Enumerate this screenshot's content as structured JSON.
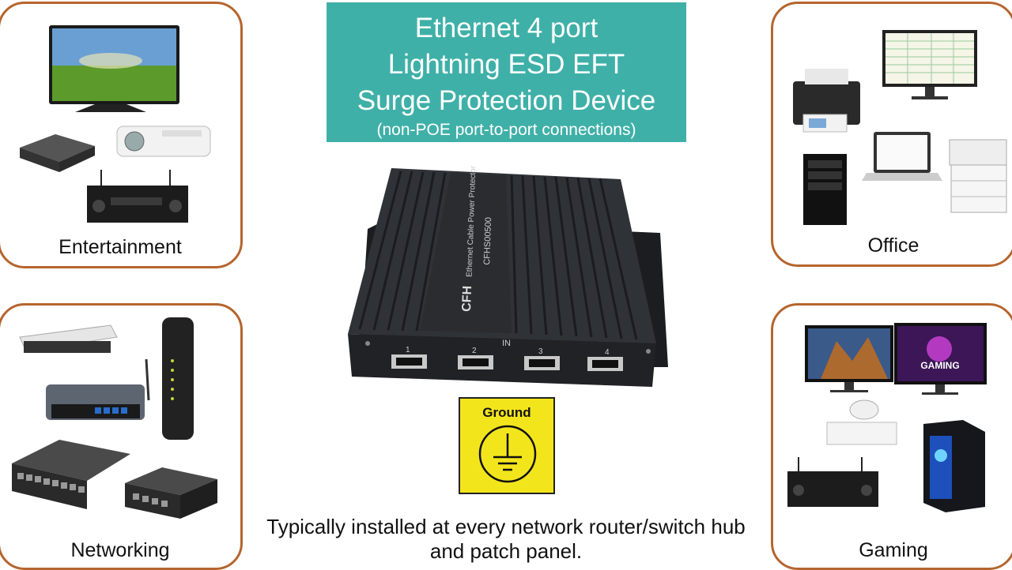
{
  "title": {
    "line1": "Ethernet 4 port",
    "line2": "Lightning ESD EFT",
    "line3": "Surge Protection Device",
    "subtitle": "(non-POE port-to-port connections)"
  },
  "panels": {
    "entertainment": "Entertainment",
    "office": "Office",
    "networking": "Networking",
    "gaming": "Gaming"
  },
  "device": {
    "brand": "CFH",
    "model": "CFHS00500",
    "name": "Ethernet Cable Power Protector",
    "port_section": "IN",
    "ports": [
      "1",
      "2",
      "3",
      "4"
    ]
  },
  "ground_sign": {
    "label": "Ground"
  },
  "caption": {
    "line1": "Typically installed at every network router/switch hub",
    "line2": "and patch panel."
  },
  "gaming_screen_text": "GAMING",
  "colors": {
    "panel_border": "#b5652e",
    "title_bg": "#3fb0a8",
    "ground_bg": "#f3e51c",
    "device_body": "#2a2d31"
  }
}
